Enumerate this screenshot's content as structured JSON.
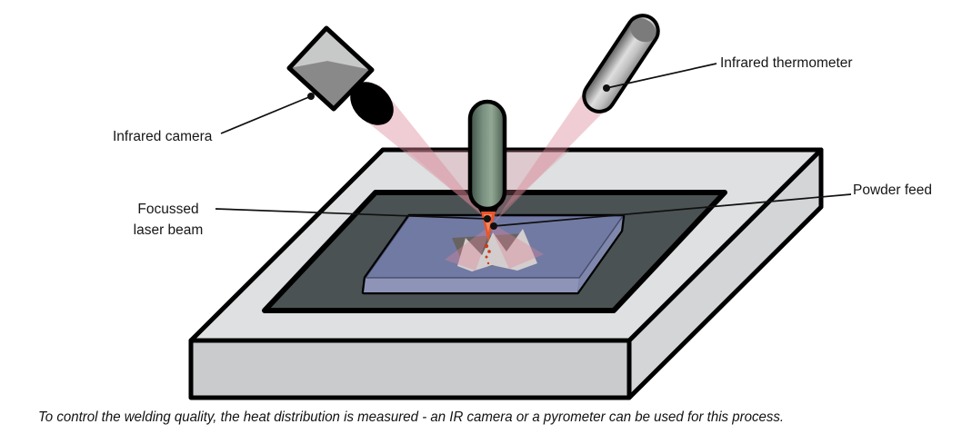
{
  "diagram": {
    "labels": {
      "camera": "Infrared camera",
      "thermometer": "Infrared thermometer",
      "laser_line1": "Focussed",
      "laser_line2": "laser beam",
      "powder": "Powder feed"
    },
    "caption": "To control the welding quality, the heat distribution is measured - an IR camera or a pyrometer can be used for this process.",
    "colors": {
      "background": "#ffffff",
      "outline": "#000000",
      "table_top": "#dee0e2",
      "table_front": "#c9cbcd",
      "table_side": "#d3d5d7",
      "panel_dark": "#4b5253",
      "plate_top": "#717aa3",
      "plate_front": "#8d94b7",
      "plate_side": "#7f88ac",
      "weld_seam": "#686361",
      "melt_pool": "#d9d3d3",
      "beam_pink": "#dc8798",
      "laser_green": "#7b9181",
      "thermometer_gray": "#dedede",
      "camera_gray": "#898989",
      "camera_top": "#c7c9c8",
      "spark_orange": "#e8552a"
    }
  }
}
